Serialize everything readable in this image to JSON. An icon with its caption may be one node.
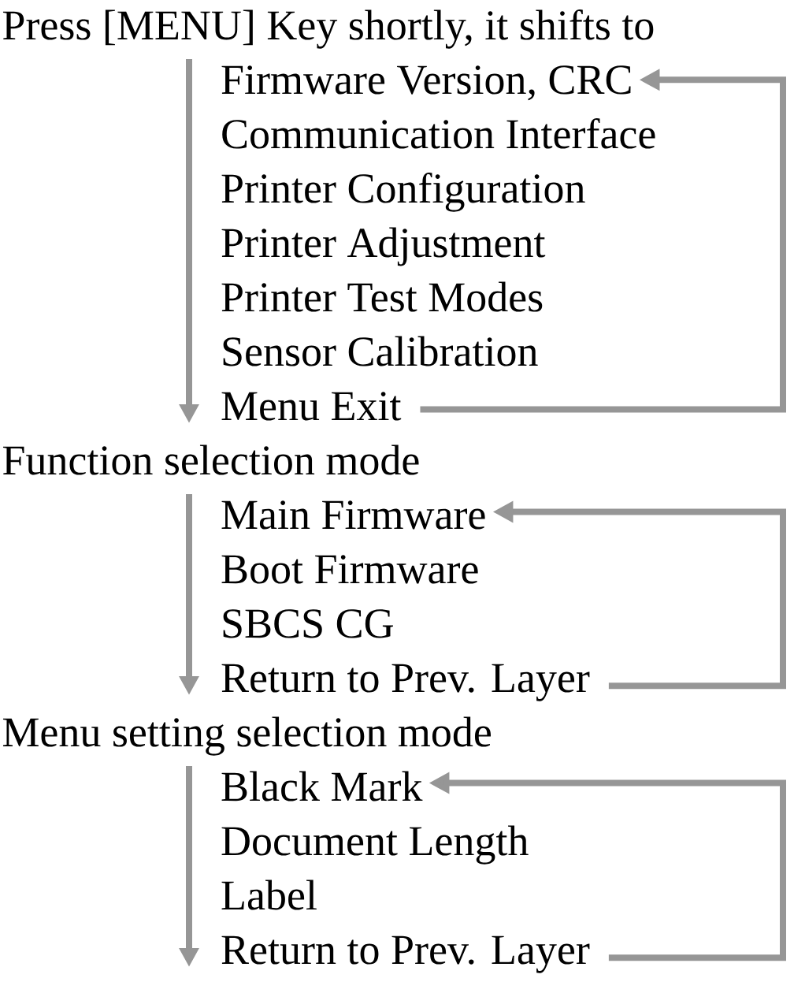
{
  "diagram": {
    "title": "Press [MENU] Key shortly, it shifts to",
    "nodes": [
      {
        "text": [
          "Firmware Version, CRC"
        ]
      },
      {
        "text": [
          "Communication Interface"
        ]
      },
      {
        "text": [
          "Printer Configuration"
        ]
      },
      {
        "text": [
          "Printer Adjustment"
        ]
      },
      {
        "text": [
          "Printer Test Modes"
        ]
      },
      {
        "text": [
          "Sensor Calibration"
        ]
      },
      {
        "text": [
          "Menu Exit"
        ]
      },
      {
        "text": [
          "Main Firmware"
        ]
      },
      {
        "text": [
          "Boot Firmware"
        ]
      },
      {
        "text": [
          "SBCS CG"
        ]
      },
      {
        "text": [
          "Return to Prev. Layer"
        ]
      },
      {
        "text": [
          "Black Mark"
        ]
      },
      {
        "text": [
          "Document Length"
        ]
      },
      {
        "text": [
          "Label"
        ]
      },
      {
        "text": [
          "Return to Prev. Layer"
        ]
      }
    ],
    "edges": [
      {
        "from": 6,
        "to": 0,
        "arrow": "to"
      },
      {
        "from": 10,
        "to": 7,
        "arrow": "to"
      },
      {
        "from": 14,
        "to": 11,
        "arrow": "to"
      }
    ],
    "labels": [
      "Function selection mode",
      "Menu setting selection mode"
    ]
  }
}
